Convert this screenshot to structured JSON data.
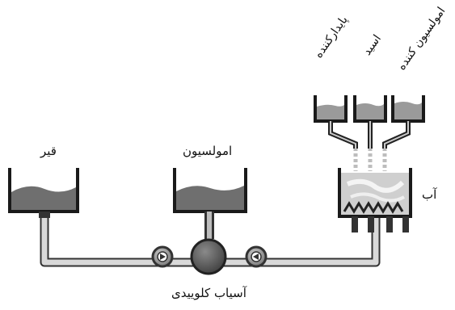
{
  "labels": {
    "bitumen": "قیر",
    "emulsion": "امولسیون",
    "colloid_mill": "آسیاب کلوییدی",
    "water": "آب",
    "stabilizer": "پایدارکننده",
    "acid": "اسید",
    "emulsifier": "امولسیون کننده"
  },
  "colors": {
    "outline": "#1a1a1a",
    "liquid": "#7a7a7a",
    "liquid_light": "#b5b5b5",
    "pipe": "#9a9a9a",
    "mill": "#555555",
    "pump": "#8a8a8a"
  }
}
